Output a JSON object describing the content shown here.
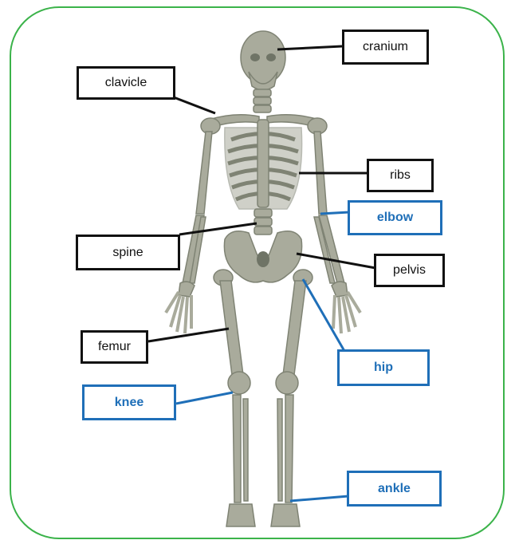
{
  "colors": {
    "frame": "#3bb34a",
    "bone": "#a9ab9c",
    "bone_dark": "#7f8374",
    "structure_line": "#111111",
    "joint_line": "#1f6fb8"
  },
  "diagram": {
    "subject": "human-skeleton",
    "structure_labels": [
      {
        "id": "cranium",
        "text": "cranium"
      },
      {
        "id": "clavicle",
        "text": "clavicle"
      },
      {
        "id": "ribs",
        "text": "ribs"
      },
      {
        "id": "spine",
        "text": "spine"
      },
      {
        "id": "pelvis",
        "text": "pelvis"
      },
      {
        "id": "femur",
        "text": "femur"
      }
    ],
    "joint_labels": [
      {
        "id": "elbow",
        "text": "elbow"
      },
      {
        "id": "hip",
        "text": "hip"
      },
      {
        "id": "knee",
        "text": "knee"
      },
      {
        "id": "ankle",
        "text": "ankle"
      }
    ]
  }
}
